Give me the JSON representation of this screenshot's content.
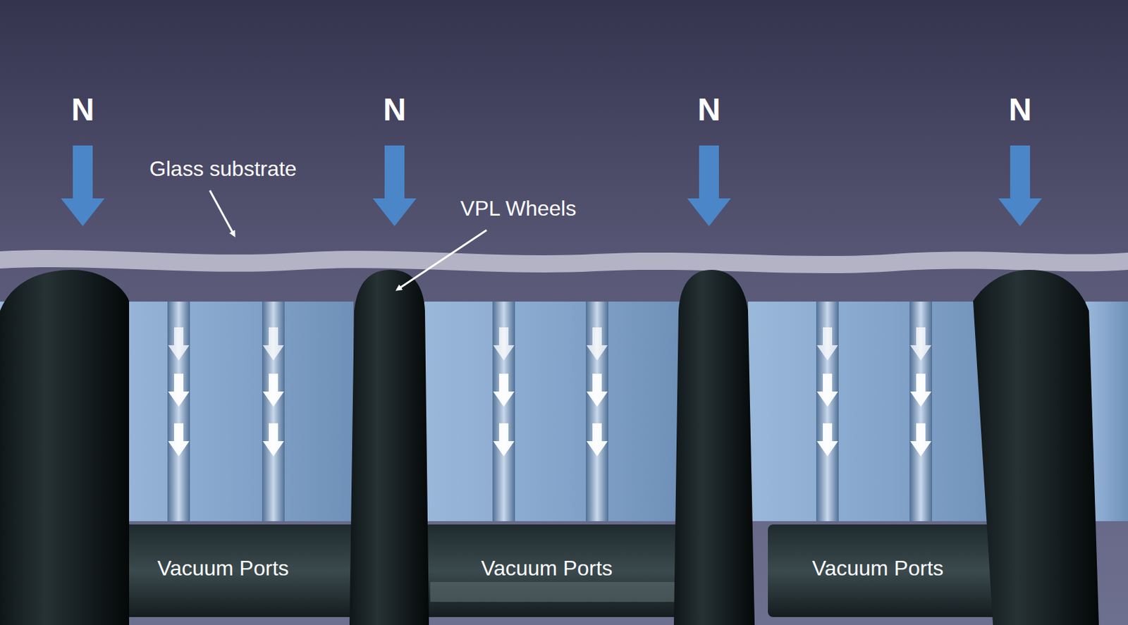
{
  "diagram": {
    "labels": [
      "N",
      "N",
      "N",
      "N",
      "Glass substrate",
      "VPL Wheels",
      "Vacuum Ports",
      "Vacuum Ports",
      "Vacuum Ports"
    ]
  }
}
